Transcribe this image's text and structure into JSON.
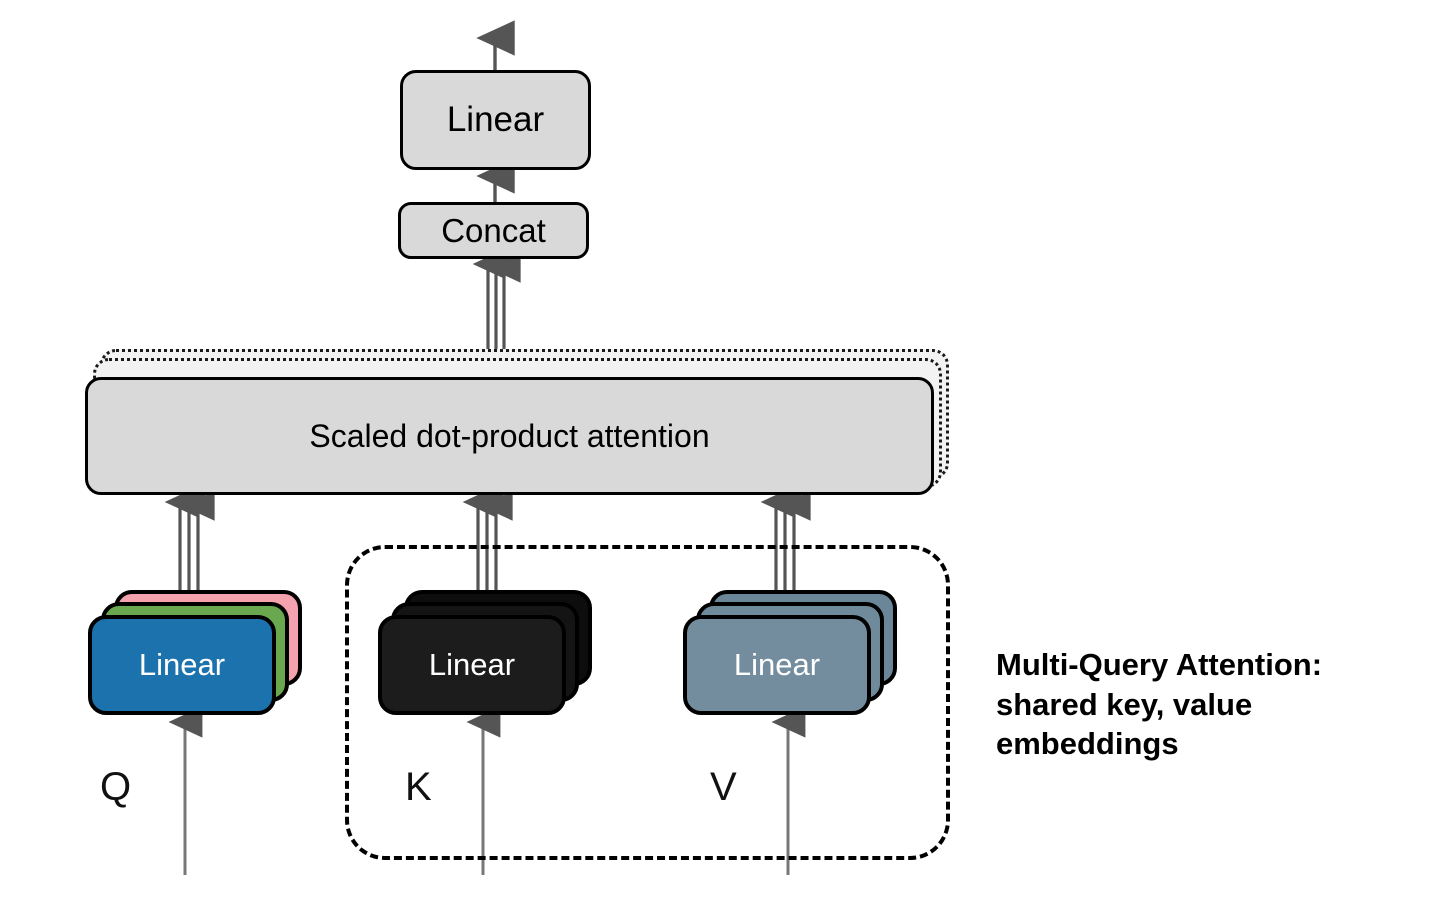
{
  "diagram": {
    "title_caption": "Multi-Query Attention: shared key, value embeddings",
    "nodes": {
      "linear_top": "Linear",
      "concat": "Concat",
      "attention": "Scaled dot-product attention",
      "linear_q": "Linear",
      "linear_k": "Linear",
      "linear_v": "Linear"
    },
    "input_labels": {
      "query": "Q",
      "key": "K",
      "value": "V"
    },
    "colors": {
      "box_fill": "#d9d9d9",
      "ghost_fill": "#f2f2f2",
      "stroke": "#000000",
      "arrow": "#555555",
      "q_front": "#1b72ad",
      "q_mid": "#6aa84f",
      "q_back": "#f3a2ae",
      "k_front": "#1c1c1c",
      "k_mid": "#141414",
      "k_back": "#0d0d0d",
      "v_front": "#748d9e",
      "v_mid": "#6f8a9b",
      "v_back": "#6b8699",
      "text_on_dark": "#ffffff"
    },
    "stacks": {
      "q_layers": 3,
      "k_layers": 3,
      "v_layers": 3,
      "attention_layers": 3
    },
    "grouping": {
      "dashed_box_note": "K and V grouped by dashed rounded rectangle"
    }
  }
}
